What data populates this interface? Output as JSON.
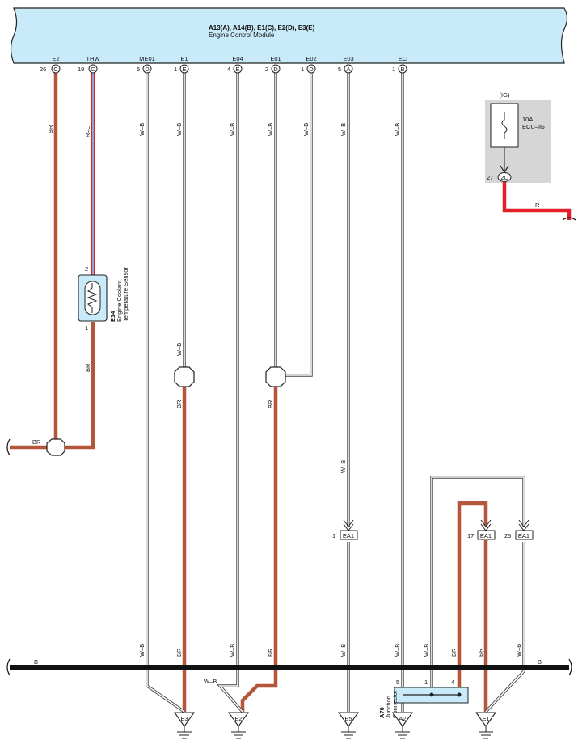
{
  "ecm": {
    "connectors_label": "A13(A), A14(B), E1(C), E2(D), E3(E)",
    "name": "Engine Control Module",
    "pins": [
      {
        "name": "E2",
        "num": "26",
        "conn": "C"
      },
      {
        "name": "THW",
        "num": "19",
        "conn": "C"
      },
      {
        "name": "ME01",
        "num": "5",
        "conn": "D"
      },
      {
        "name": "E1",
        "num": "1",
        "conn": "E"
      },
      {
        "name": "E04",
        "num": "4",
        "conn": "E"
      },
      {
        "name": "E01",
        "num": "2",
        "conn": "D"
      },
      {
        "name": "E02",
        "num": "1",
        "conn": "D"
      },
      {
        "name": "E03",
        "num": "5",
        "conn": "A"
      },
      {
        "name": "EC",
        "num": "1",
        "conn": "B"
      }
    ]
  },
  "fuse": {
    "ig": "(IG)",
    "amps": "10A",
    "name": "ECU–IG",
    "pin_num": "27",
    "pin_conn": "2C"
  },
  "wire_colors": {
    "br": "BR",
    "rl": "R–L",
    "wb": "W–B",
    "r": "R",
    "b": "B"
  },
  "sensor": {
    "id": "E14",
    "name1": "Engine Coolant",
    "name2": "Temperature Sensor",
    "pin_top": "2",
    "pin_bottom": "1"
  },
  "ea1": [
    {
      "num": "1",
      "label": "EA1"
    },
    {
      "num": "17",
      "label": "EA1"
    },
    {
      "num": "25",
      "label": "EA1"
    }
  ],
  "junction": {
    "id": "A70",
    "name1": "Junction",
    "name2": "Connector",
    "pins": [
      "5",
      "1",
      "4"
    ]
  },
  "grounds": [
    "E3",
    "E2",
    "E5",
    "A2",
    "E1"
  ],
  "colors": {
    "ecm_fill": "#c9eaf9",
    "brown": "#b4563a",
    "red": "#e3202a",
    "bus": "#111111",
    "fuse_bg": "#d6d6d6"
  }
}
